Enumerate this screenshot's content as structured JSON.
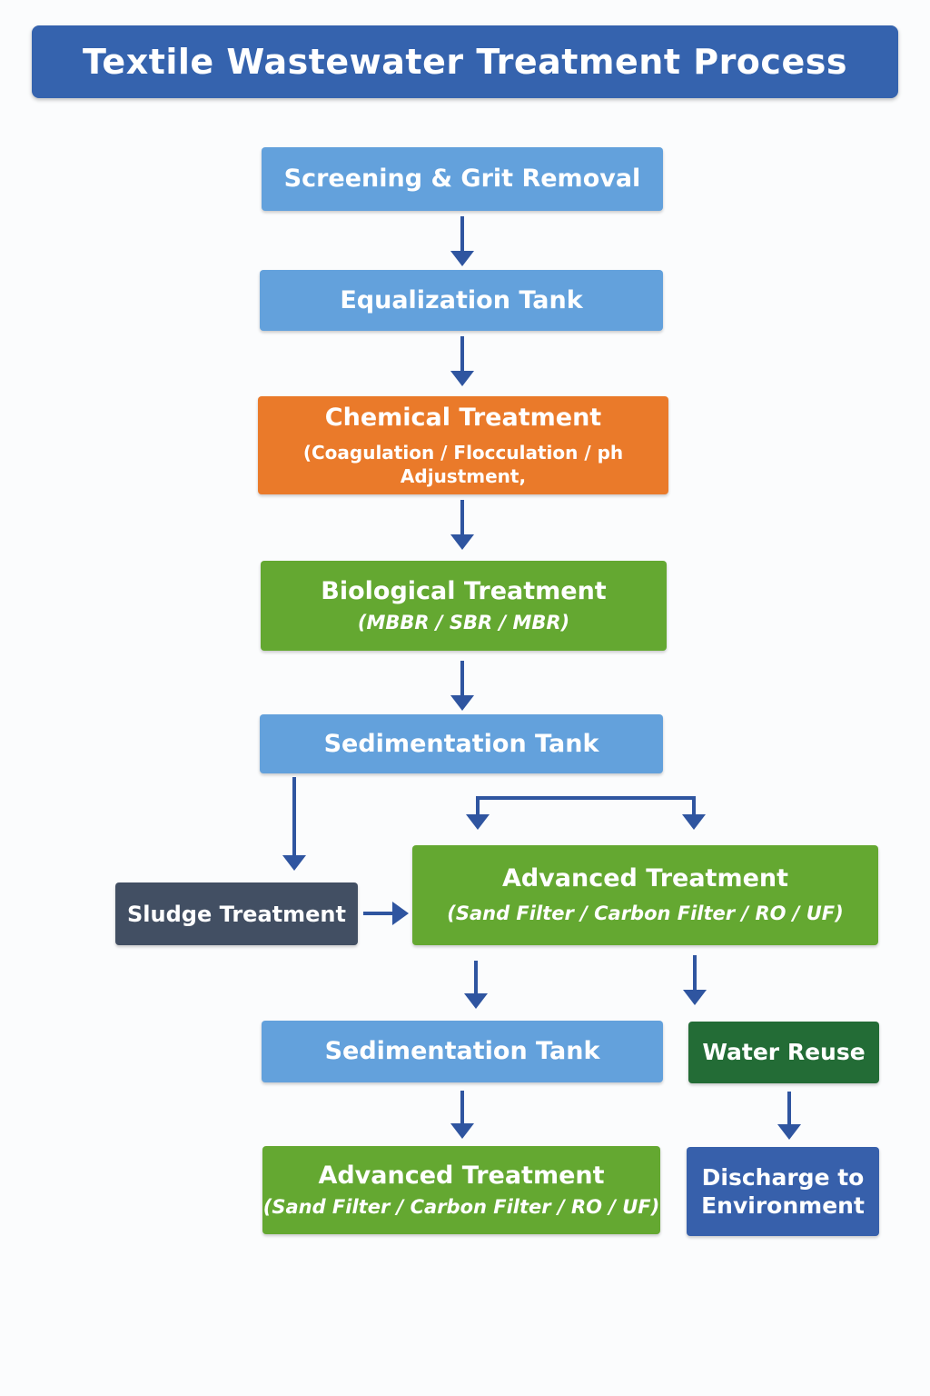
{
  "title": "Textile  Wastewater Treatment Process",
  "steps": {
    "screening": {
      "label": "Screening & Grit Removal"
    },
    "equalization": {
      "label": "Equalization Tank"
    },
    "chemical": {
      "label": "Chemical Treatment",
      "sub": "(Coagulation / Flocculation / ph Adjustment,"
    },
    "biological": {
      "label": "Biological Treatment",
      "sub": "(MBBR / SBR / MBR)"
    },
    "sedimentation_1": {
      "label": "Sedimentation Tank"
    },
    "sludge": {
      "label": "Sludge Treatment"
    },
    "advanced_1": {
      "label": "Advanced Treatment",
      "sub": "(Sand Filter / Carbon Filter / RO / UF)"
    },
    "sedimentation_2": {
      "label": "Sedimentation Tank"
    },
    "water_reuse": {
      "label": "Water Reuse"
    },
    "advanced_2": {
      "label": "Advanced Treatment",
      "sub": "(Sand Filter / Carbon Filter / RO / UF)"
    },
    "discharge": {
      "label": "Discharge to Environment"
    }
  },
  "colors": {
    "title": "#3563ae",
    "process_blue": "#63a1dc",
    "chemical_orange": "#ea7a2a",
    "treatment_green": "#64a831",
    "sludge_slate": "#424f63",
    "reuse_green": "#236c36",
    "discharge_navy": "#3760ab",
    "arrow": "#2f55a0"
  }
}
